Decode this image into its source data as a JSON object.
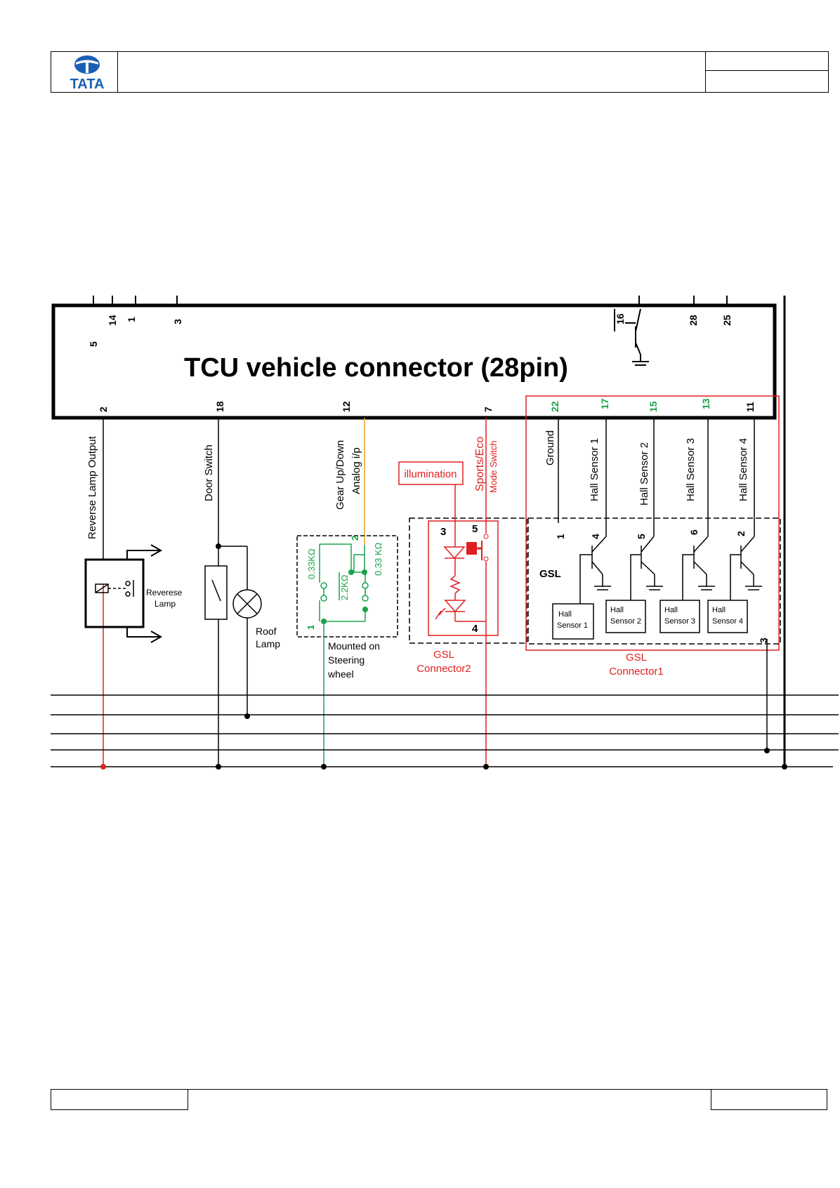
{
  "header": {
    "logo_text": "TATA",
    "title": "",
    "right_top": "",
    "right_bottom": ""
  },
  "footer": {
    "left": "",
    "center": "",
    "right": ""
  },
  "diagram": {
    "title": "TCU  vehicle connector (28pin)",
    "top_pins": [
      "5",
      "14",
      "1",
      "3",
      "16",
      "28",
      "25"
    ],
    "bottom_pins": [
      "2",
      "18",
      "12",
      "7",
      "22",
      "17",
      "15",
      "13",
      "11"
    ],
    "signals": {
      "reverse_lamp_output": "Reverse Lamp Output",
      "door_switch": "Door Switch",
      "gear_updown_1": "Gear  Up/Down",
      "gear_updown_2": "Analog i/p",
      "sports_eco_1": "Sports/Eco",
      "sports_eco_2": "Mode Switch",
      "ground": "Ground",
      "hall1": "Hall Sensor 1",
      "hall2": "Hall Sensor 2",
      "hall3": "Hall Sensor 3",
      "hall4": "Hall Sensor 4"
    },
    "reverse_lamp": {
      "line1": "Reverese",
      "line2": "Lamp"
    },
    "roof_lamp": {
      "line1": "Roof",
      "line2": "Lamp"
    },
    "steering": {
      "line1": "Mounted on",
      "line2": "Steering",
      "line3": "wheel",
      "r1": "0.33KΩ",
      "r2": "2.2KΩ",
      "r3": "0.33 KΩ",
      "pin1": "1",
      "pin2": "2"
    },
    "gsl2": {
      "illumination": "illumination",
      "pin3": "3",
      "pin5": "5",
      "pin4": "4",
      "label1": "GSL",
      "label2": "Connector2"
    },
    "gsl1": {
      "gsl": "GSL",
      "pins": [
        "1",
        "4",
        "5",
        "6",
        "2",
        "3"
      ],
      "sensors": [
        {
          "l1": "Hall",
          "l2": "Sensor 1"
        },
        {
          "l1": "Hall",
          "l2": "Sensor 2"
        },
        {
          "l1": "Hall",
          "l2": "Sensor 3"
        },
        {
          "l1": "Hall",
          "l2": "Sensor 4"
        }
      ],
      "label1": "GSL",
      "label2": "Connector1"
    },
    "colors": {
      "red": "#e02020",
      "green": "#1aa34a",
      "orange": "#f0a020",
      "black": "#000000"
    }
  }
}
